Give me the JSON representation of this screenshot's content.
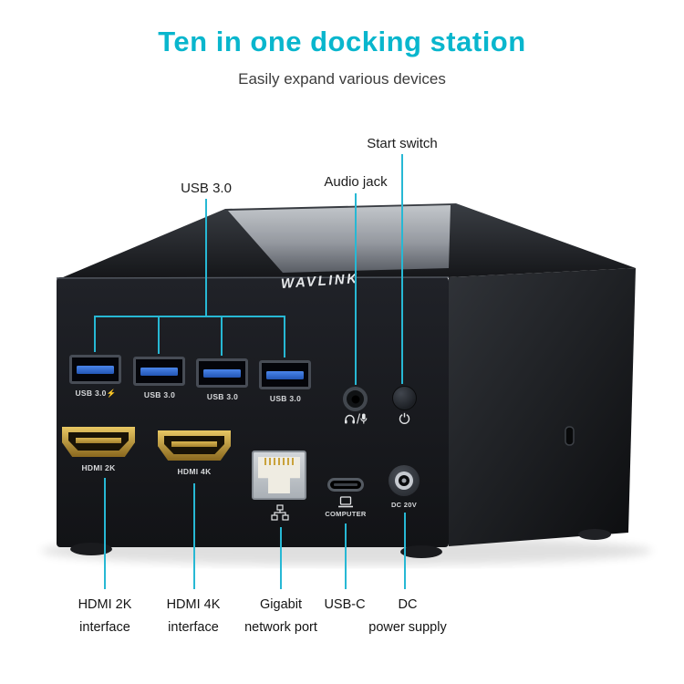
{
  "page": {
    "title": "Ten in one docking station",
    "subtitle": "Easily expand various devices"
  },
  "device": {
    "brand": "WAVLINK",
    "usb_port_labels": [
      "USB 3.0⚡",
      "USB 3.0",
      "USB 3.0",
      "USB 3.0"
    ],
    "hdmi_port_labels": [
      "HDMI 2K",
      "HDMI 4K"
    ],
    "usbc_port_label": "COMPUTER",
    "dc_port_label": "DC 20V"
  },
  "callouts": {
    "usb": "USB 3.0",
    "audio_jack": "Audio jack",
    "start_switch": "Start switch",
    "bottom": [
      {
        "line1": "HDMI 2K",
        "line2": "interface"
      },
      {
        "line1": "HDMI 4K",
        "line2": "interface"
      },
      {
        "line1": "Gigabit",
        "line2": "network port"
      },
      {
        "line1": "USB-C",
        "line2": ""
      },
      {
        "line1": "DC",
        "line2": "power supply"
      }
    ]
  },
  "colors": {
    "accent_cyan": "#09b6cd",
    "callout_line": "#27b8d4",
    "usb_blue": "#2e6fd6",
    "hdmi_gold": "#c9a23c",
    "body_black": "#17181c"
  }
}
